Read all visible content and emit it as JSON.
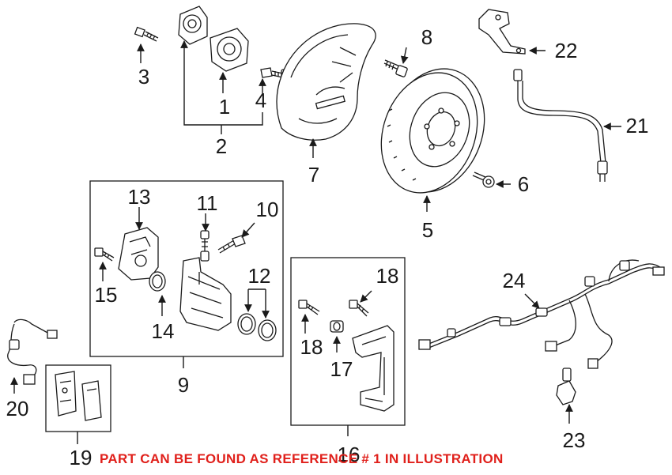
{
  "callouts": {
    "c1": "1",
    "c2": "2",
    "c3": "3",
    "c4": "4",
    "c5": "5",
    "c6": "6",
    "c7": "7",
    "c8": "8",
    "c9": "9",
    "c10": "10",
    "c11": "11",
    "c12": "12",
    "c13": "13",
    "c14": "14",
    "c15": "15",
    "c16": "16",
    "c17": "17",
    "c18a": "18",
    "c18b": "18",
    "c19": "19",
    "c20": "20",
    "c21": "21",
    "c22": "22",
    "c23": "23",
    "c24": "24"
  },
  "note": "PART CAN BE FOUND AS REFERENCE # 1 IN ILLUSTRATION",
  "colors": {
    "note": "#e0201b",
    "ink": "#1a1a1a"
  }
}
